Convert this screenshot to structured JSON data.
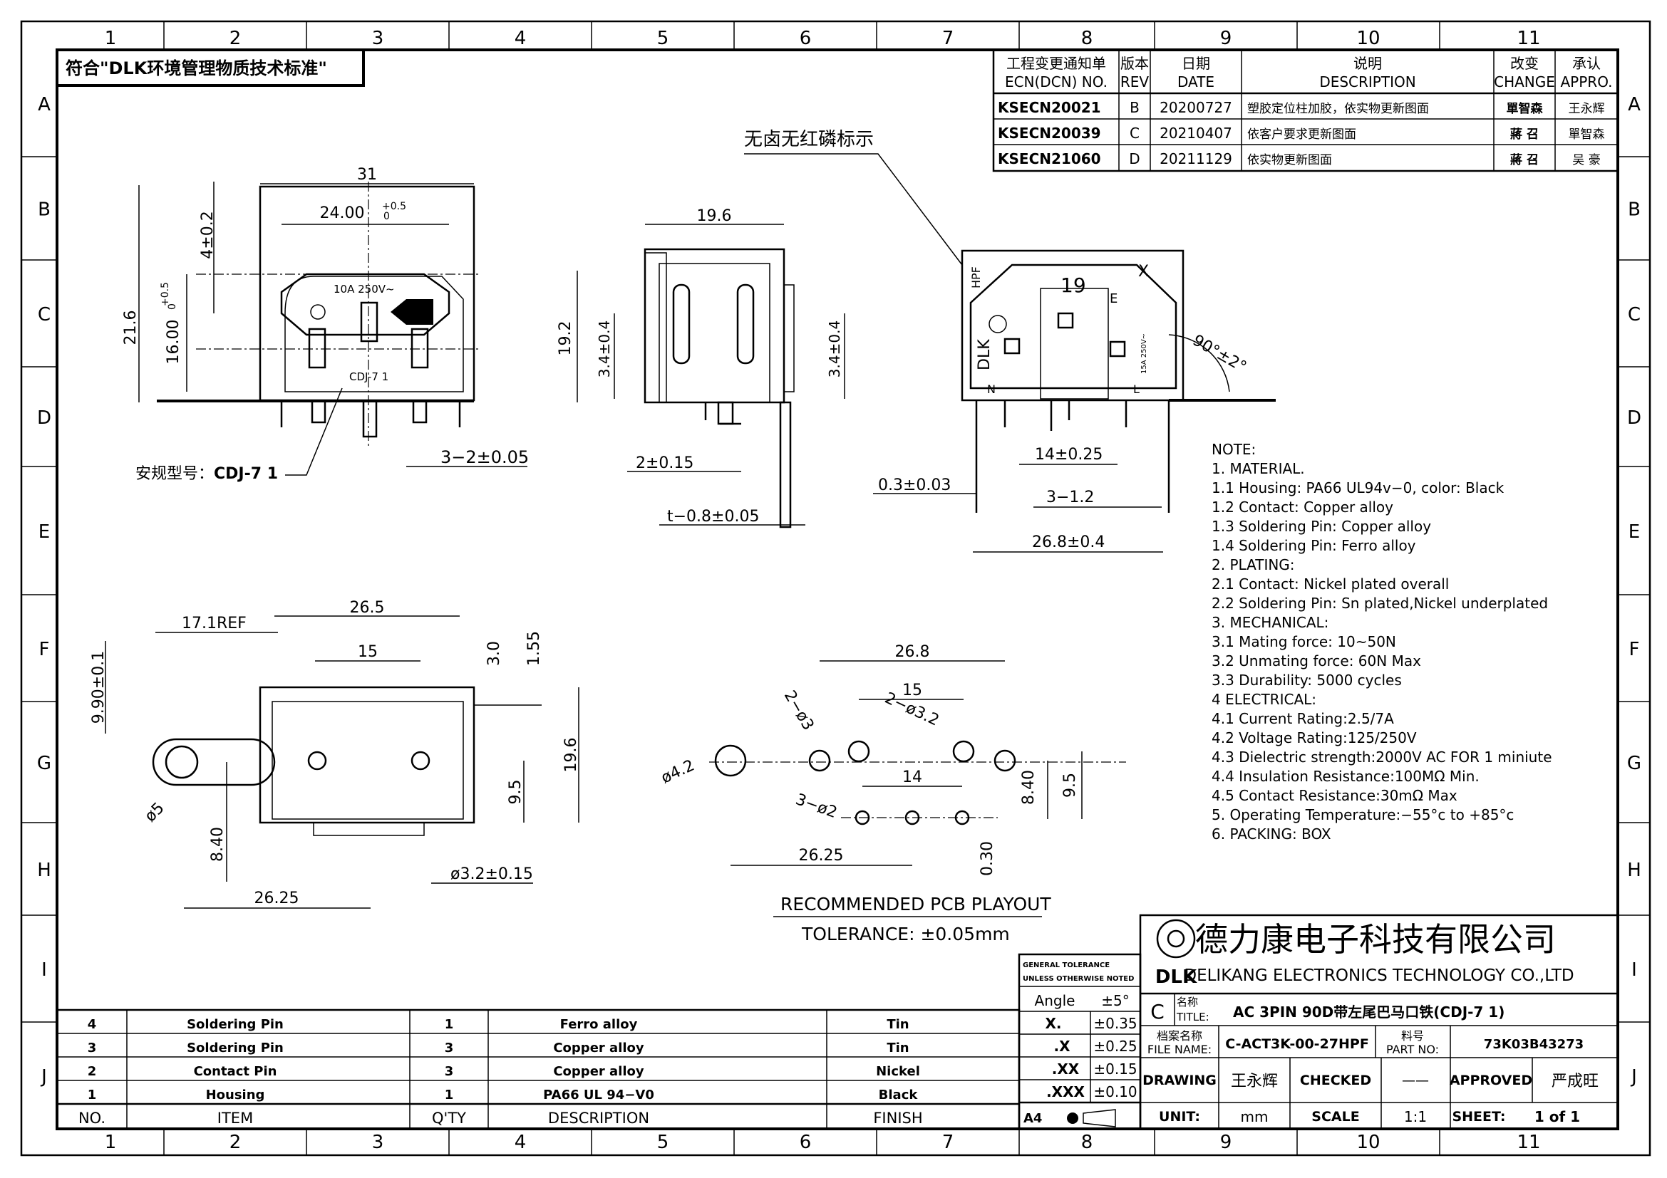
{
  "grid": {
    "cols": [
      "1",
      "2",
      "3",
      "4",
      "5",
      "6",
      "7",
      "8",
      "9",
      "10",
      "11"
    ],
    "rows": [
      "A",
      "B",
      "C",
      "D",
      "E",
      "F",
      "G",
      "H",
      "I",
      "J"
    ]
  },
  "compliance_note": "符合\"DLK环境管理物质技术标准\"",
  "revision_table": {
    "headers": {
      "ecn_cn": "工程变更通知单",
      "ecn_en": "ECN(DCN)  NO.",
      "rev_cn": "版本",
      "rev_en": "REV",
      "date_cn": "日期",
      "date_en": "DATE",
      "desc_cn": "说明",
      "desc_en": "DESCRIPTION",
      "change_cn": "改变",
      "change_en": "CHANGE",
      "appro_cn": "承认",
      "appro_en": "APPRO."
    },
    "rows": [
      {
        "ecn": "KSECN20021",
        "rev": "B",
        "date": "20200727",
        "desc": "塑胶定位柱加胶，依实物更新图面",
        "change": "單智森",
        "appro": "王永辉"
      },
      {
        "ecn": "KSECN20039",
        "rev": "C",
        "date": "20210407",
        "desc": "依客户要求更新图面",
        "change": "蔣 召",
        "appro": "單智森"
      },
      {
        "ecn": "KSECN21060",
        "rev": "D",
        "date": "20211129",
        "desc": "依实物更新图面",
        "change": "蔣 召",
        "appro": "吴 豪"
      }
    ]
  },
  "halogen_note": "无卤无红磷标示",
  "dims": {
    "d31": "31",
    "d24": "24.00",
    "d24_tol_plus": "+0.5",
    "d24_tol_zero": "0",
    "d4": "4±0.2",
    "d216": "21.6",
    "d16": "16.00",
    "d16_tol_plus": "+0.5",
    "d16_tol_zero": "0",
    "d3_2": "3−2±0.05",
    "safety_label": "安规型号：",
    "safety_model": "CDJ-7  1",
    "face_rating": "10A  250V~",
    "face_model": "CDJ-7  1",
    "d196": "19.6",
    "d192": "19.2",
    "d34a": "3.4±0.4",
    "d34b": "3.4±0.4",
    "d2": "2±0.15",
    "dt": "t−0.8±0.05",
    "d03": "0.3±0.03",
    "d14": "14±0.25",
    "d312": "3−1.2",
    "d268": "26.8±0.4",
    "d90": "90°±2°",
    "hpf": "HPF",
    "x_mark": "X",
    "n_mark": "N",
    "l_mark": "L",
    "e_mark": "E",
    "dlk_side": "DLK",
    "rating_side": "15A 250V~",
    "d171": "17.1REF",
    "d265": "26.5",
    "d15": "15",
    "d30": "3.0",
    "d155": "1.55",
    "d990": "9.90±0.1",
    "d196b": "19.6",
    "d95": "9.5",
    "d5": "ø5",
    "d840": "8.40",
    "d2625": "26.25",
    "d32": "ø3.2±0.15",
    "p268": "26.8",
    "p15": "15",
    "p203": "2−ø3",
    "p232": "2−ø3.2",
    "p42": "ø4.2",
    "p14": "14",
    "p302": "3−ø2",
    "p840": "8.40",
    "p95": "9.5",
    "p2625": "26.25",
    "p030": "0.30",
    "pcb_title": "RECOMMENDED  PCB  PLAYOUT",
    "pcb_tol": "TOLERANCE:  ±0.05mm"
  },
  "notes": [
    "NOTE:",
    "1.  MATERIAL.",
    "1.1  Housing:  PA66  UL94v−0,  color:  Black",
    "1.2  Contact:  Copper  alloy",
    "1.3  Soldering  Pin:  Copper  alloy",
    "1.4  Soldering  Pin:    Ferro  alloy",
    "2.  PLATING:",
    "2.1  Contact:  Nickel  plated  overall",
    "2.2  Soldering  Pin:  Sn  plated,Nickel  underplated",
    "3.    MECHANICAL:",
    "3.1  Mating  force:  10~50N",
    "3.2  Unmating  force:  60N  Max",
    "3.3  Durability:  5000  cycles",
    "4     ELECTRICAL:",
    "4.1  Current  Rating:2.5/7A",
    "4.2  Voltage  Rating:125/250V",
    "4.3  Dielectric  strength:2000V  AC  FOR  1  miniute",
    "4.4  Insulation  Resistance:100MΩ  Min.",
    "4.5  Contact  Resistance:30mΩ  Max",
    "5.  Operating  Temperature:−55°c  to  +85°c",
    "6.  PACKING:  BOX"
  ],
  "bom": {
    "headers": {
      "no": "NO.",
      "item": "ITEM",
      "qty": "Q'TY",
      "desc": "DESCRIPTION",
      "finish": "FINISH"
    },
    "rows": [
      {
        "no": "4",
        "item": "Soldering  Pin",
        "qty": "1",
        "desc": "Ferro  alloy",
        "finish": "Tin"
      },
      {
        "no": "3",
        "item": "Soldering  Pin",
        "qty": "3",
        "desc": "Copper  alloy",
        "finish": "Tin"
      },
      {
        "no": "2",
        "item": "Contact  Pin",
        "qty": "3",
        "desc": "Copper  alloy",
        "finish": "Nickel"
      },
      {
        "no": "1",
        "item": "Housing",
        "qty": "1",
        "desc": "PA66  UL  94−V0",
        "finish": "Black"
      }
    ]
  },
  "tolerance": {
    "general1": "GENERAL  TOLERANCE",
    "general2": "UNLESS  OTHERWISE  NOTED",
    "angle": "Angle",
    "angle_val": "±5°",
    "x1": "X.",
    "x1_val": "±0.35",
    "x2": ".X",
    "x2_val": "±0.25",
    "x3": ".XX",
    "x3_val": "±0.15",
    "x4": ".XXX",
    "x4_val": "±0.10",
    "sheet_size": "A4"
  },
  "title_block": {
    "company_cn": "德力康电子科技有限公司",
    "company_en": "DELIKANG  ELECTRONICS  TECHNOLOGY  CO.,LTD",
    "logo_text": "DLK",
    "rev_letter": "C",
    "title_label_cn": "名称",
    "title_label_en": "TITLE:",
    "title": "AC  3PIN  90D带左尾巴马口铁(CDJ-7  1)",
    "file_label_cn": "档案名称",
    "file_label_en": "FILE  NAME:",
    "file_name": "C-ACT3K-00-27HPF",
    "part_label_cn": "料号",
    "part_label_en": "PART  NO:",
    "part_no": "73K03B43273",
    "drawing_label": "DRAWING",
    "drawing": "王永辉",
    "checked_label": "CHECKED",
    "checked": "——",
    "approved_label": "APPROVED",
    "approved": "严成旺",
    "unit_label": "UNIT:",
    "unit": "mm",
    "scale_label": "SCALE",
    "scale": "1:1",
    "sheet_label": "SHEET:",
    "sheet": "1  of  1"
  }
}
